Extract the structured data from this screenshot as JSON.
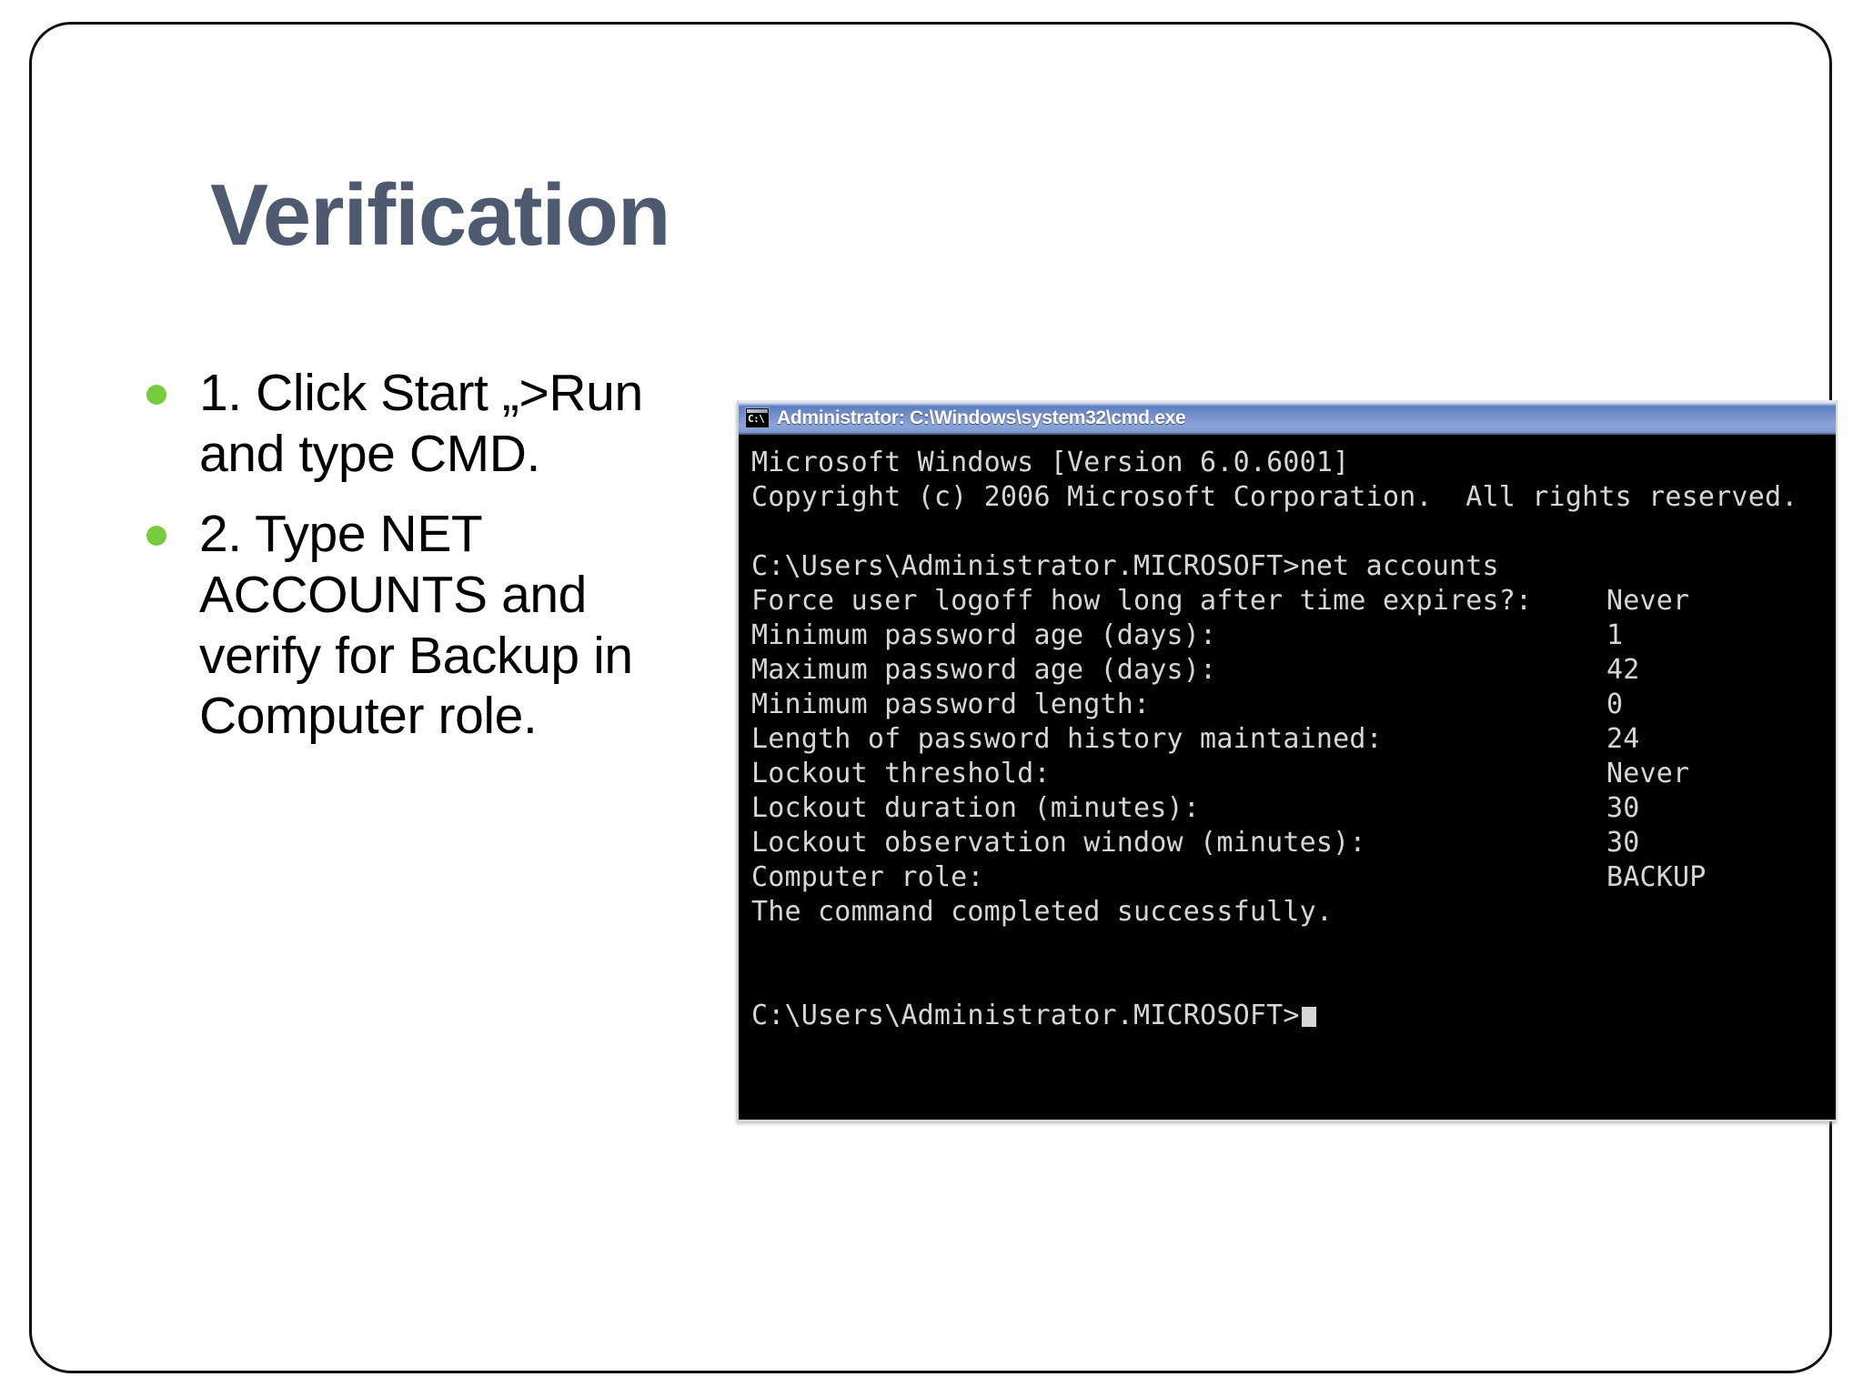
{
  "slide": {
    "title": "Verification",
    "title_color": "#4d5a70",
    "bullet_color": "#77cc3d",
    "bullets": [
      "1. Click Start „>Run and type CMD.",
      "2. Type NET ACCOUNTS and verify for Backup in Computer role."
    ]
  },
  "console": {
    "icon_name": "cmd-icon",
    "icon_text": "C:\\",
    "title": "Administrator: C:\\Windows\\system32\\cmd.exe",
    "titlebar_color": "#7891cb",
    "background_color": "#000000",
    "text_color": "#d6d6d6",
    "header_lines": [
      "Microsoft Windows [Version 6.0.6001]",
      "Copyright (c) 2006 Microsoft Corporation.  All rights reserved."
    ],
    "prompt_command_line": "C:\\Users\\Administrator.MICROSOFT>net accounts",
    "output_rows": [
      {
        "label": "Force user logoff how long after time expires?:",
        "value": "Never"
      },
      {
        "label": "Minimum password age (days):",
        "value": "1"
      },
      {
        "label": "Maximum password age (days):",
        "value": "42"
      },
      {
        "label": "Minimum password length:",
        "value": "0"
      },
      {
        "label": "Length of password history maintained:",
        "value": "24"
      },
      {
        "label": "Lockout threshold:",
        "value": "Never"
      },
      {
        "label": "Lockout duration (minutes):",
        "value": "30"
      },
      {
        "label": "Lockout observation window (minutes):",
        "value": "30"
      },
      {
        "label": "Computer role:",
        "value": "BACKUP"
      }
    ],
    "status_line": "The command completed successfully.",
    "final_prompt": "C:\\Users\\Administrator.MICROSOFT>"
  }
}
